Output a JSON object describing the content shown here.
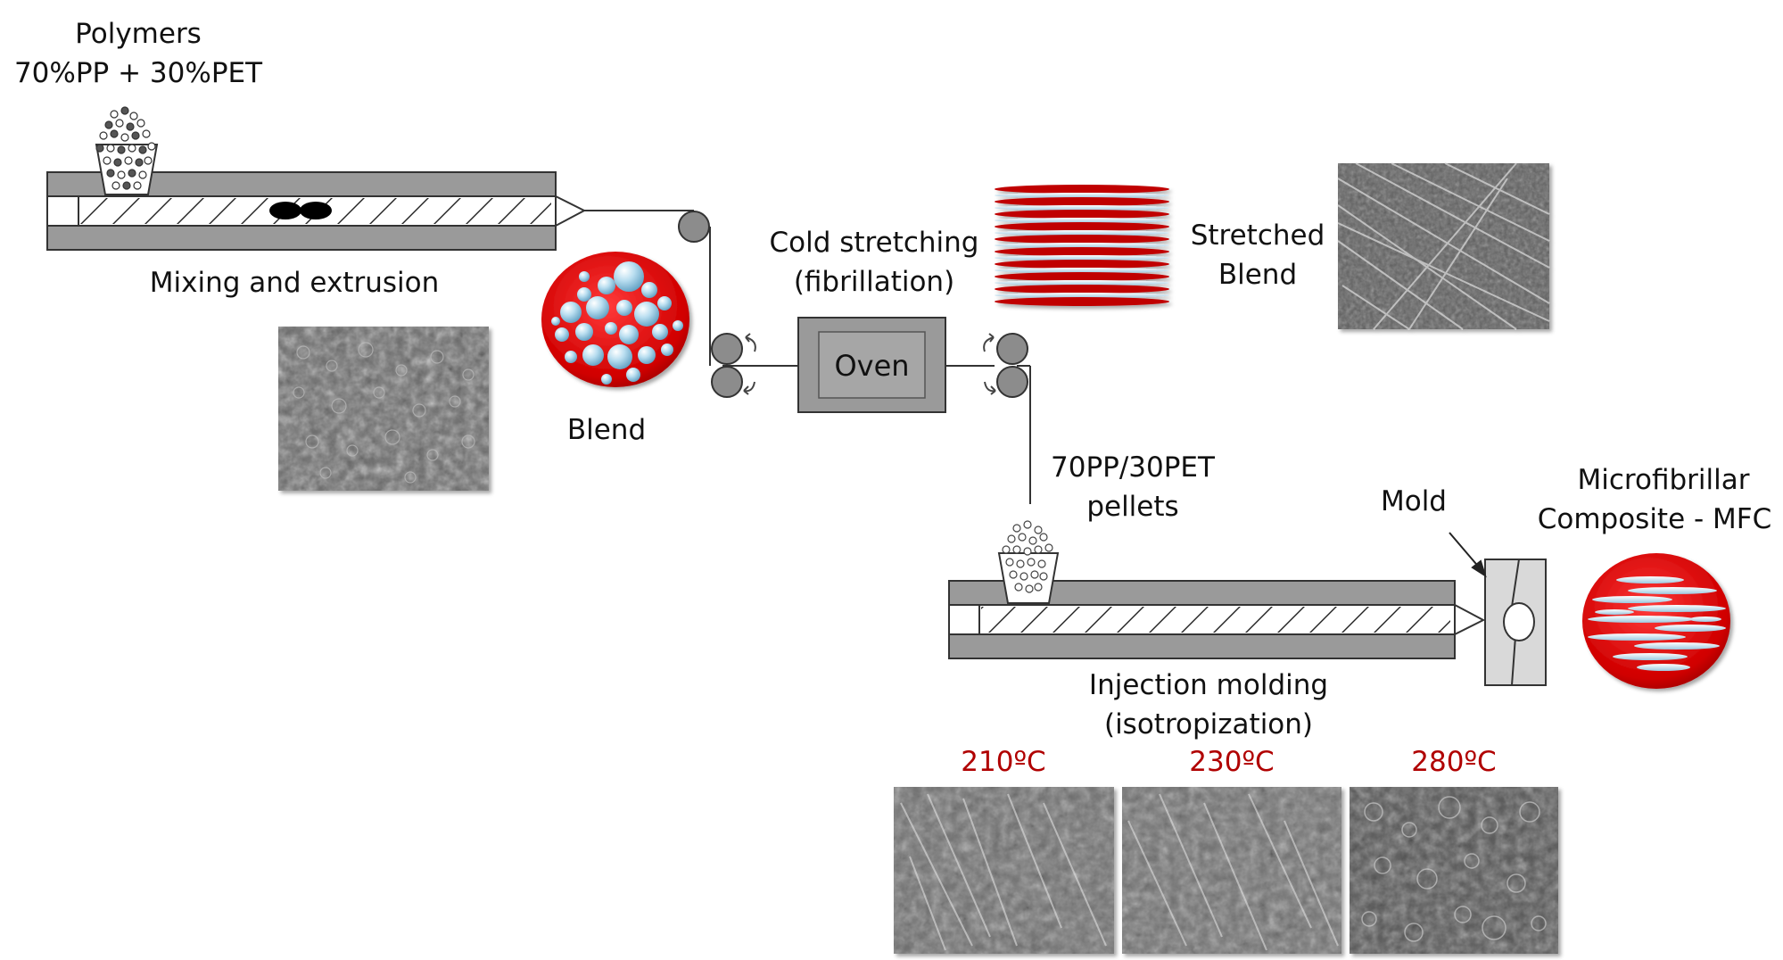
{
  "labels": {
    "polymers_line1": "Polymers",
    "polymers_line2": "70%PP + 30%PET",
    "mixing": "Mixing and extrusion",
    "blend": "Blend",
    "cold_line1": "Cold stretching",
    "cold_line2": "(fibrillation)",
    "oven": "Oven",
    "stretched_line1": "Stretched",
    "stretched_line2": "Blend",
    "pellets_line1": "70PP/30PET",
    "pellets_line2": "pellets",
    "mold": "Mold",
    "mfc_line1": "Microfibrillar",
    "mfc_line2": "Composite - MFC",
    "injection_line1": "Injection molding",
    "injection_line2": "(isotropization)"
  },
  "temperatures": [
    "210ºC",
    "230ºC",
    "280ºC"
  ],
  "colors": {
    "barrel": "#9a9a9a",
    "roller": "#8c8c8c",
    "blend_red": "#d40000",
    "droplet_blue": "#a9d3ea",
    "temperature_text": "#b00000",
    "sem_gray": "#6e6e6e"
  }
}
